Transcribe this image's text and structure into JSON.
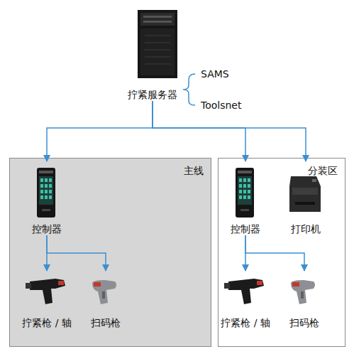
{
  "diagram": {
    "nodes": [
      {
        "text": [
          "拧紧服务器"
        ]
      },
      {
        "text": [
          "主线"
        ]
      },
      {
        "text": [
          "控制器"
        ],
        "in": 1
      },
      {
        "text": [
          "拧紧枪 / 轴"
        ],
        "in": 1
      },
      {
        "text": [
          "扫码枪"
        ],
        "in": 1
      },
      {
        "text": [
          "分装区"
        ]
      },
      {
        "text": [
          "控制器"
        ],
        "in": 5
      },
      {
        "text": [
          "打印机"
        ],
        "in": 5
      },
      {
        "text": [
          "拧紧枪 / 轴"
        ],
        "in": 5
      },
      {
        "text": [
          "扫码枪"
        ],
        "in": 5
      }
    ],
    "edges": [
      {
        "from": 0,
        "to": 2,
        "arrow": "to"
      },
      {
        "from": 0,
        "to": 6,
        "arrow": "to"
      },
      {
        "from": 0,
        "to": 7,
        "arrow": "to"
      },
      {
        "from": 2,
        "to": 3,
        "arrow": "to"
      },
      {
        "from": 2,
        "to": 4,
        "arrow": "to"
      },
      {
        "from": 6,
        "to": 8,
        "arrow": "to"
      },
      {
        "from": 6,
        "to": 9,
        "arrow": "to"
      }
    ],
    "labels": [
      "SAMS",
      "Toolsnet"
    ]
  }
}
